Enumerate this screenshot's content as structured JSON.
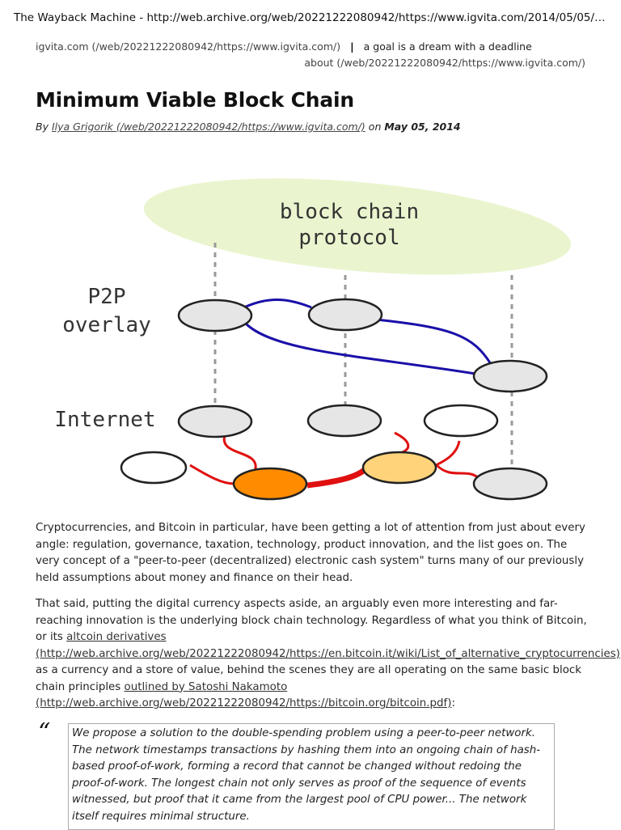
{
  "page": {
    "header_title": "The Wayback Machine - http://web.archive.org/web/20221222080942/https://www.igvita.com/2014/05/05/minimu..."
  },
  "nav": {
    "site_link": "igvita.com (/web/20221222080942/https://www.igvita.com/)",
    "separator": "|",
    "tagline": "a goal is a dream with a deadline",
    "about_link": "about (/web/20221222080942/https://www.igvita.com/)"
  },
  "article": {
    "title": "Minimum Viable Block Chain",
    "byline_by": "By",
    "author_link": "Ilya Grigorik (/web/20221222080942/https://www.igvita.com/)",
    "byline_on": "on",
    "date": "May 05, 2014"
  },
  "figure": {
    "cloud_label_line1": "block chain",
    "cloud_label_line2": "protocol",
    "p2p_label_line1": "P2P",
    "p2p_label_line2": "overlay",
    "internet_label": "Internet",
    "colors": {
      "cloud": "#eaf5cf",
      "node": "#e6e6e6",
      "node_white": "#ffffff",
      "node_orange": "#ff8c00",
      "node_yellow": "#ffd37a",
      "overlay_link": "#1a0fa8",
      "internet_link": "#e01010"
    }
  },
  "body": {
    "p1": "Cryptocurrencies, and Bitcoin in particular, have been getting a lot of attention from just about every angle: regulation, governance, taxation, technology, product innovation, and the list goes on. The very concept of a \"peer-to-peer (decentralized) electronic cash system\" turns many of our previously held assumptions about money and finance on their head.",
    "p2_part1": "That said, putting the digital currency aspects aside, an arguably even more interesting and far-reaching innovation is the underlying block chain technology. Regardless of what you think of Bitcoin, or its ",
    "p2_link1": "altcoin derivatives",
    "p2_link1_url": "(http://web.archive.org/web/20221222080942/https://en.bitcoin.it/wiki/List_of_alternative_cryptocurrencies)",
    "p2_part2": ", as a currency and a store of value, behind the scenes they are all operating on the same basic block chain principles ",
    "p2_link2": "outlined by Satoshi Nakamoto",
    "p2_link2_url": "(http://web.archive.org/web/20221222080942/https://bitcoin.org/bitcoin.pdf)",
    "p2_part3": ":"
  },
  "quote": {
    "mark": "“",
    "text": "We propose a solution to the double-spending problem using a peer-to-peer network. The network timestamps transactions by hashing them into an ongoing chain of hash-based proof-of-work, forming a record that cannot be changed without redoing the proof-of-work. The longest chain not only serves as proof of the sequence of events witnessed, but proof that it came from the largest pool of CPU power... The network itself requires minimal structure."
  }
}
